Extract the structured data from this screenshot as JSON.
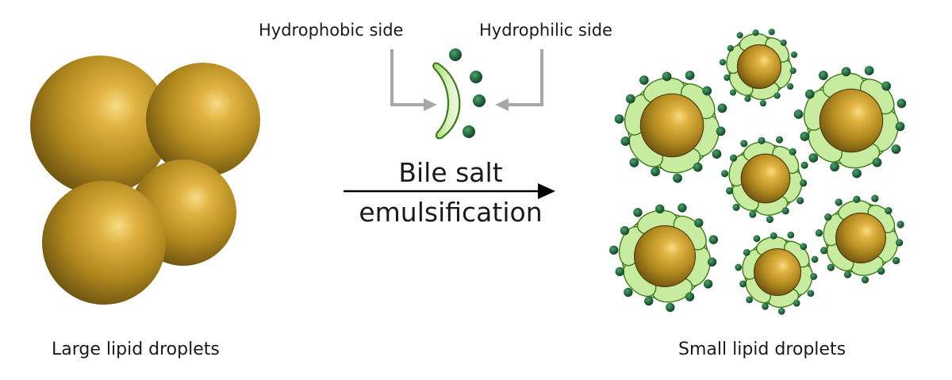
{
  "labels": {
    "hydrophobic": "Hydrophobic side",
    "hydrophilic": "Hydrophilic side",
    "process_line1": "Bile salt",
    "process_line2": "emulsification",
    "large": "Large lipid droplets",
    "small": "Small lipid droplets"
  },
  "colors": {
    "lipid_highlight": "#f7dc85",
    "lipid_mid": "#c99d24",
    "lipid_dark": "#6e5410",
    "bile_light": "#eefadd",
    "bile_mid": "#9cd960",
    "bile_outline": "#3d7a1c",
    "head_light": "#4aa368",
    "head_dark": "#0b3d22",
    "arrow_gray": "#a8a8a8",
    "arrow_black": "#000000"
  }
}
